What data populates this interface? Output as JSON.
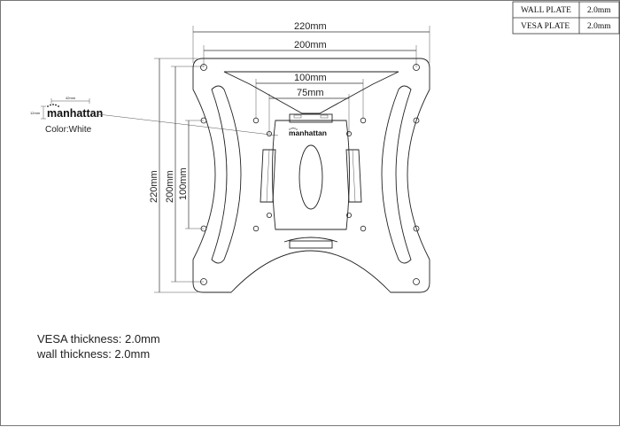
{
  "dimensions": {
    "width_outer": "220mm",
    "width_inner": "200mm",
    "width_vesa_100": "100mm",
    "width_vesa_75": "75mm",
    "height_outer": "220mm",
    "height_inner": "200mm",
    "height_vesa": "100mm"
  },
  "logo": {
    "brand": "manhattan",
    "width_label": "42mm",
    "height_label": "12mm",
    "color_caption": "Color:White"
  },
  "notes": {
    "vesa_thickness": "VESA thickness: 2.0mm",
    "wall_thickness": "wall thickness: 2.0mm"
  },
  "spec_table": {
    "rows": [
      {
        "label": "WALL PLATE",
        "value": "2.0mm"
      },
      {
        "label": "VESA PLATE",
        "value": "2.0mm"
      }
    ]
  }
}
